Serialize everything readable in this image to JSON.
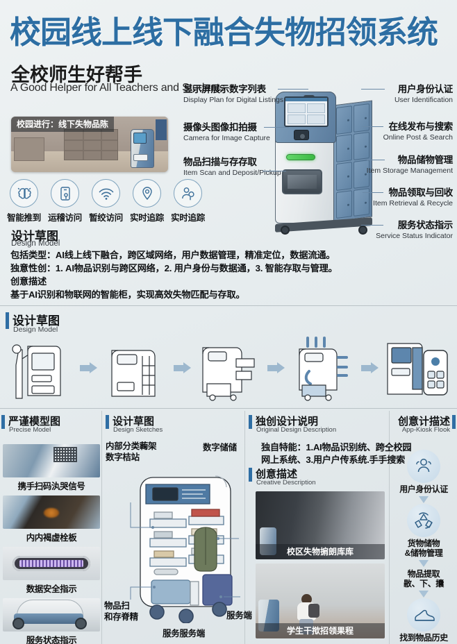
{
  "poster": {
    "title": "校园线上线下融合失物招领系统",
    "subtitle_cn": "全校师生好帮手",
    "subtitle_en": "A Good Helper for All Teachers and Students",
    "accent_color": "#2f6ea4",
    "background_color": "#e9eef0"
  },
  "hero_photo": {
    "caption": "校园进行：线下失物品陈",
    "name": "campus-lost-found-room-photo"
  },
  "features": [
    {
      "label": "智能推到",
      "icon": "brain-ai-icon"
    },
    {
      "label": "运稽访问",
      "icon": "mobile-touch-icon"
    },
    {
      "label": "暂绞访问",
      "icon": "wifi-icon"
    },
    {
      "label": "实时追踪",
      "icon": "location-pin-icon"
    },
    {
      "label": "实时追踪",
      "icon": "user-touch-icon"
    }
  ],
  "design_model_top": {
    "heading_cn": "设计草图",
    "heading_en": "Design Model",
    "lines": [
      "包括类型：AI线上线下融合，跨区域网络，用户数据管理，精准定位，数据流通。",
      "独意性创：1. AI物品识别与跨区网络，2. 用户身份与数据通，3. 智能存取与管理。",
      "创意描述",
      "基于AI识别和物联网的智能柜，实现高效失物匹配与存取。"
    ]
  },
  "callouts_left": [
    {
      "cn": "显示屏展示数字列表",
      "en": "Display Plan for Digital Listings"
    },
    {
      "cn": "摄像头图像扣拍摄",
      "en": "Camera for Image Capture"
    },
    {
      "cn": "物品扫描与存存取",
      "en": "Item Scan and Deposit/Pickup"
    }
  ],
  "callouts_right": [
    {
      "cn": "用户身份认证",
      "en": "User Identification"
    },
    {
      "cn": "在线发布与搜索",
      "en": "Online Post & Search"
    },
    {
      "cn": "物品储物管理",
      "en": "Item Storage Management"
    },
    {
      "cn": "物品领取与回收",
      "en": "Item Retrieval & Recycle"
    },
    {
      "cn": "服务状态指示",
      "en": "Service Status Indicator"
    }
  ],
  "design_sketch_section": {
    "heading_cn": "设计草图",
    "heading_en": "Design Model",
    "stages": [
      "kiosk-with-user-sketch",
      "kiosk-closed-sketch",
      "kiosk-drawers-open-sketch",
      "kiosk-airflow-sketch",
      "kiosk-with-app-sketch"
    ]
  },
  "columns": {
    "precise_model": {
      "heading_cn": "严谨模型图",
      "heading_en": "Precise Model",
      "cards": [
        {
          "caption": "携手扫码汍哭信号",
          "image": "qr-scan-closeup"
        },
        {
          "caption": "内内褐虚栓板",
          "image": "deposit-bin-closeup"
        },
        {
          "caption": "数据安全指示",
          "image": "led-indicator-strip"
        },
        {
          "caption": "服务状态指示",
          "image": "chassis-wheel-closeup"
        }
      ]
    },
    "design_sketches": {
      "heading_cn": "设计草图",
      "heading_en": "Design Sketches",
      "labels": {
        "top_left": "内部分类蘜架\n数字桔站",
        "top_left_l1": "内部分类蘜架",
        "top_left_l2": "数字桔站",
        "top_right": "数字储储",
        "bottom_left_l1": "物品扫",
        "bottom_left_l2": "和存脊精",
        "bottom_right": "服务端",
        "bottom_center": "服务服务端"
      }
    },
    "original_design": {
      "heading_cn": "独创设计说明",
      "heading_en": "Original Design Description",
      "lines": [
        "独自特能：1.AI物品识别统、跨仝校园",
        "网上系统、3.用户户传系统.手手搜索"
      ],
      "creative_heading_cn": "创意描述",
      "creative_heading_en": "Creative Description",
      "photos": [
        {
          "caption": "校区失物掮朗库库",
          "image": "corridor-kiosk-photo"
        },
        {
          "caption": "学生干揿招领果程",
          "image": "student-retrieval-photo"
        }
      ]
    },
    "app_flow": {
      "heading_cn": "创意计描述",
      "heading_en": "App-Kiosk Flook",
      "steps": [
        {
          "label_l1": "用户身份认证",
          "label_l2": "",
          "icon": "users-group-icon",
          "has_icon": true
        },
        {
          "label_l1": "货物储物",
          "label_l2": "&储物管理",
          "icon": "recycle-icon",
          "has_icon": true
        },
        {
          "label_l1": "物品提取",
          "label_l2": "敭、下、攮",
          "icon": "",
          "has_icon": false
        },
        {
          "label_l1": "找到物品历史",
          "label_l2": "",
          "icon": "shoe-icon",
          "has_icon": true
        }
      ]
    }
  }
}
